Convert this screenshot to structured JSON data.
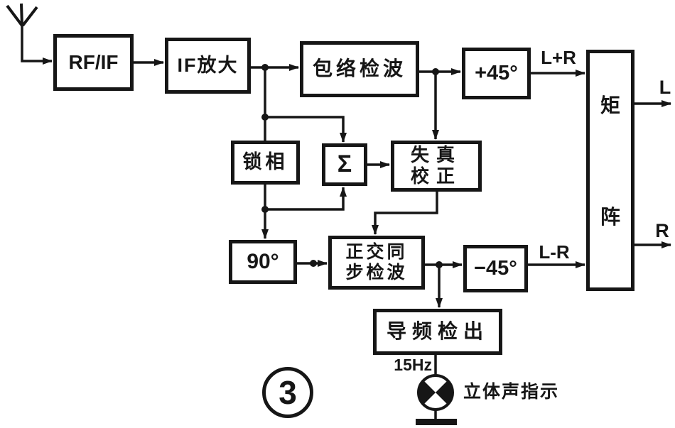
{
  "diagram": {
    "figure_label": "3",
    "blocks": {
      "rf_if": "RF/IF",
      "if_amplifier": "IF放大",
      "envelope_detector": "包络检波",
      "plus_45deg": "+45°",
      "matrix_char_top": "矩",
      "matrix_char_bottom": "阵",
      "phase_lock": "锁相",
      "summer": "Σ",
      "distortion_correction_line1": "失真",
      "distortion_correction_line2": "校正",
      "phase_90deg": "90°",
      "quadrature_sync_detector_line1": "正交同",
      "quadrature_sync_detector_line2": "步检波",
      "minus_45deg": "−45°",
      "pilot_detector": "导频检出"
    },
    "signals": {
      "sum_channel": "L+R",
      "difference_channel": "L-R",
      "left_output": "L",
      "right_output": "R",
      "pilot_frequency": "15Hz",
      "stereo_indicator_label": "立体声指示"
    },
    "colors": {
      "ink": "#161616",
      "background": "#ffffff"
    }
  }
}
